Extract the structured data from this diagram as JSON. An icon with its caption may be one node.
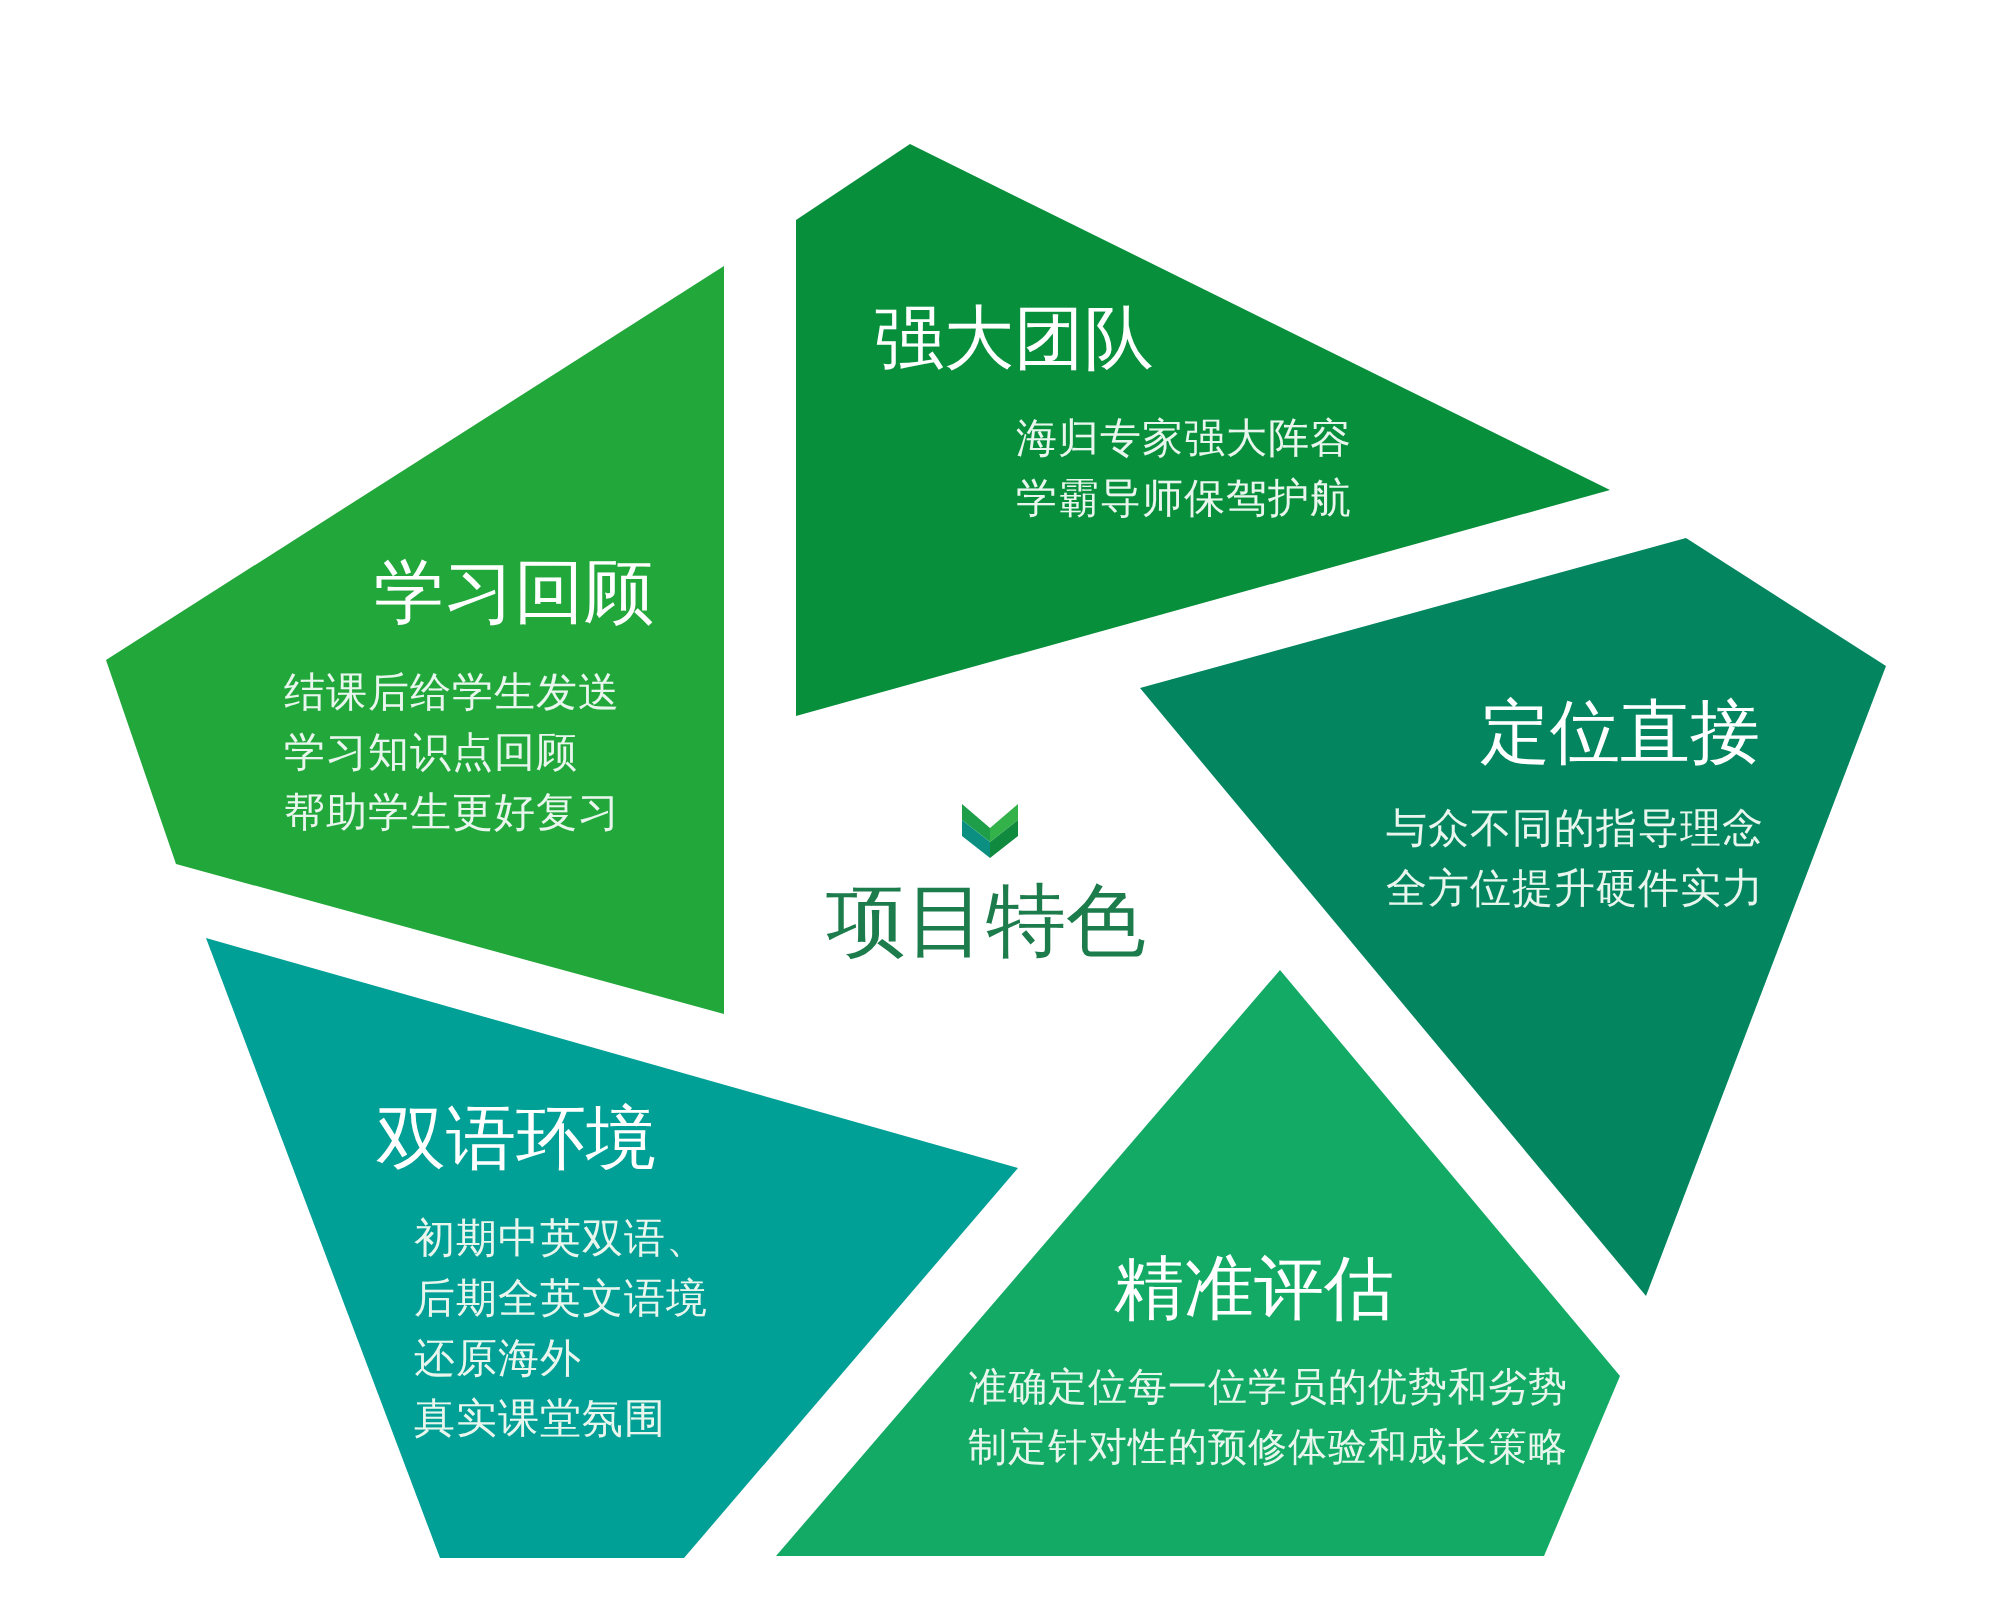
{
  "diagram": {
    "title": "项目特色",
    "nodes": [
      {
        "text": [
          "强大团队",
          "海归专家强大阵容学霸导师保驾护航"
        ]
      },
      {
        "text": [
          "学习回顾",
          "结课后给学生发送学习知识点回顾帮助学生更好复习"
        ]
      },
      {
        "text": [
          "定位直接",
          "与众不同的指导理念全方位提升硬件实力"
        ]
      },
      {
        "text": [
          "双语环境",
          "初期中英双语、后期全英文语境还原海外真实课堂氛围"
        ]
      },
      {
        "text": [
          "精准评估",
          "准确定位每一位学员的优势和劣势制定针对性的预修体验和成长策略"
        ]
      }
    ]
  }
}
